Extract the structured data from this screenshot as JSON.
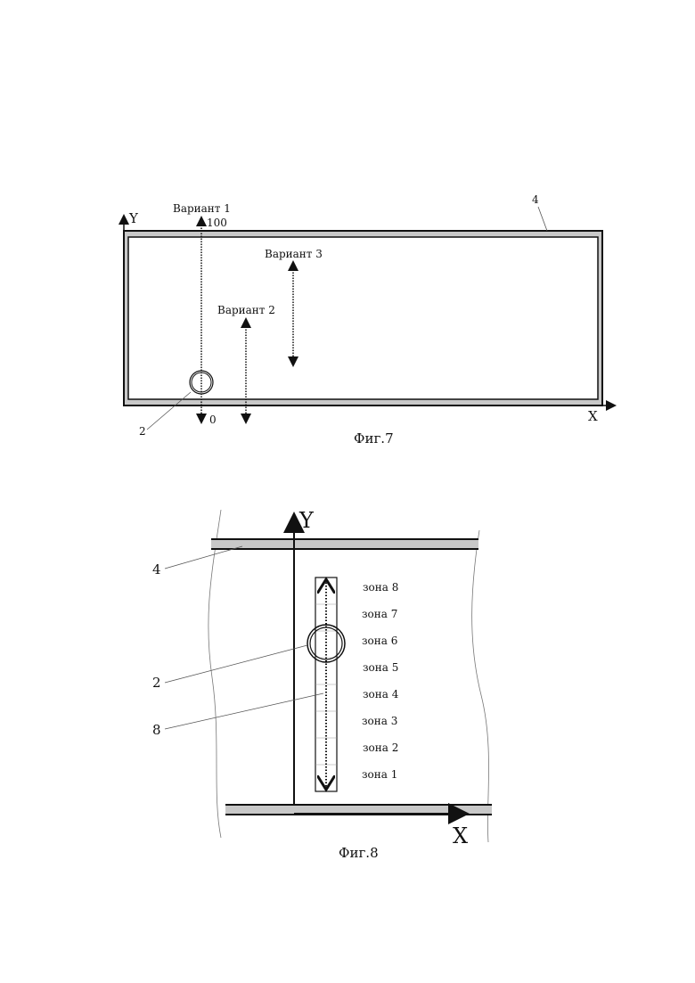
{
  "fig7": {
    "caption": "Фиг.7",
    "axis_y": "Y",
    "axis_x": "X",
    "ref_wall": "4",
    "ref_sensor": "2",
    "variant1": "Вариант 1",
    "variant2": "Вариант 2",
    "variant3": "Вариант 3",
    "scale_top": "100",
    "scale_bottom": "0"
  },
  "fig8": {
    "caption": "Фиг.8",
    "axis_y": "Y",
    "axis_x": "X",
    "ref_wall": "4",
    "ref_sensor": "2",
    "ref_track": "8",
    "zones": [
      "зона 8",
      "зона 7",
      "зона 6",
      "зона 5",
      "зона 4",
      "зона 3",
      "зона 2",
      "зона 1"
    ]
  }
}
